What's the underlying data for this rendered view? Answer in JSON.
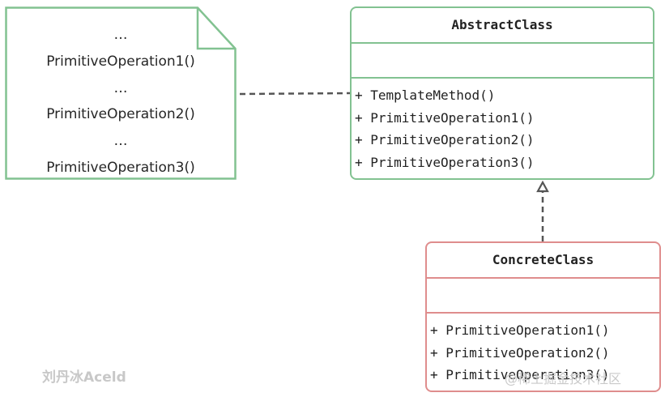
{
  "note": {
    "lines": [
      "…",
      "PrimitiveOperation1()",
      "…",
      "PrimitiveOperation2()",
      "…",
      "PrimitiveOperation3()"
    ]
  },
  "abstract_class": {
    "name": "AbstractClass",
    "operations": [
      "+ TemplateMethod()",
      "+ PrimitiveOperation1()",
      "+ PrimitiveOperation2()",
      "+ PrimitiveOperation3()"
    ]
  },
  "concrete_class": {
    "name": "ConcreteClass",
    "operations": [
      "+ PrimitiveOperation1()",
      "+ PrimitiveOperation2()",
      "+ PrimitiveOperation3()"
    ]
  },
  "watermarks": {
    "author": "刘丹冰Aceld",
    "site": "@稀土掘金技术社区"
  },
  "colors": {
    "abstract_border": "#82c291",
    "concrete_border": "#df8d8d",
    "note_border": "#82c291",
    "connector": "#555555"
  }
}
